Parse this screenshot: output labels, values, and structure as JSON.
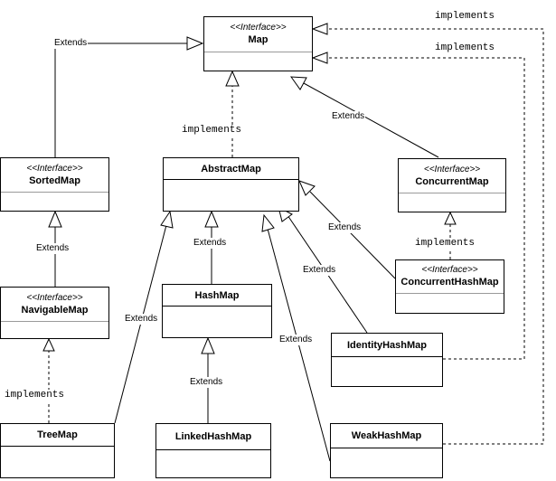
{
  "stereotype": "<<Interface>>",
  "labels": {
    "extends": "Extends",
    "implements": "implements"
  },
  "classes": {
    "map": "Map",
    "sorted_map": "SortedMap",
    "abstract_map": "AbstractMap",
    "concurrent_map": "ConcurrentMap",
    "navigable_map": "NavigableMap",
    "hash_map": "HashMap",
    "concurrent_hash_map": "ConcurrentHashMap",
    "identity_hash_map": "IdentityHashMap",
    "tree_map": "TreeMap",
    "linked_hash_map": "LinkedHashMap",
    "weak_hash_map": "WeakHashMap"
  },
  "colors": {
    "line": "#000000",
    "separator": "#9a9a9a",
    "background": "#ffffff"
  }
}
